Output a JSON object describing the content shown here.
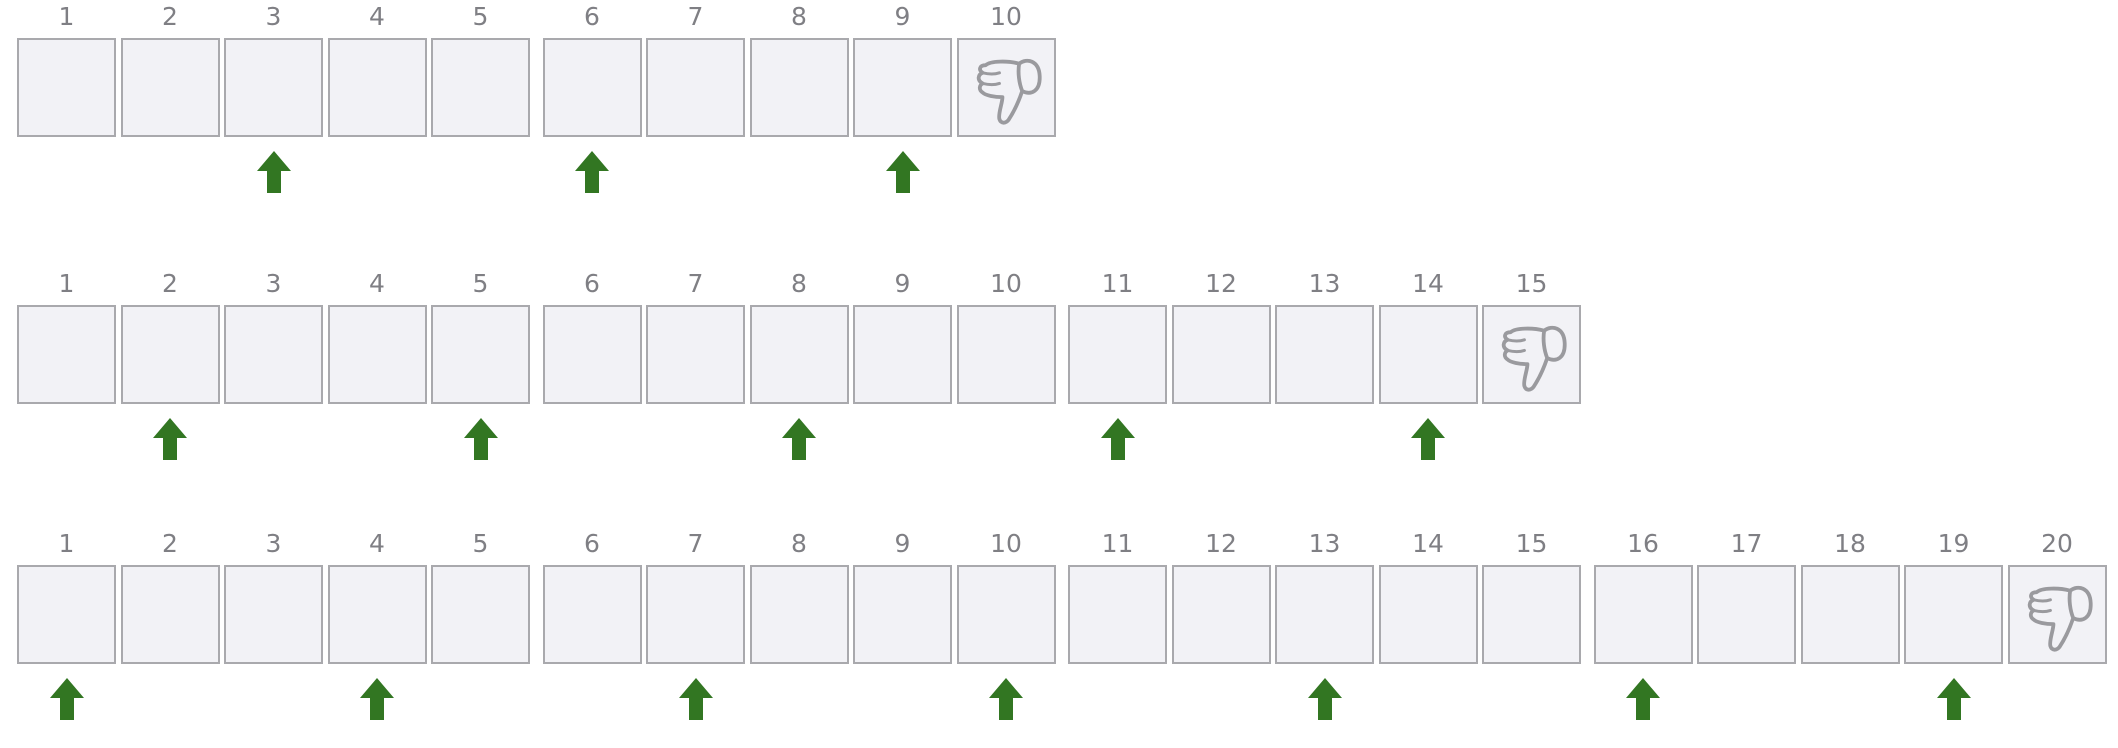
{
  "colors": {
    "cell_fill": "#f2f2f6",
    "cell_border": "#a9a9ad",
    "number_text": "#7f7f84",
    "arrow": "#327622",
    "thumb_icon": "#9a9a9e"
  },
  "rows": [
    {
      "cells": [
        "1",
        "2",
        "3",
        "4",
        "5",
        "6",
        "7",
        "8",
        "9",
        "10"
      ],
      "thumb_down_at": "10",
      "arrows_at": [
        "3",
        "6",
        "9"
      ]
    },
    {
      "cells": [
        "1",
        "2",
        "3",
        "4",
        "5",
        "6",
        "7",
        "8",
        "9",
        "10",
        "11",
        "12",
        "13",
        "14",
        "15"
      ],
      "thumb_down_at": "15",
      "arrows_at": [
        "2",
        "5",
        "8",
        "11",
        "14"
      ]
    },
    {
      "cells": [
        "1",
        "2",
        "3",
        "4",
        "5",
        "6",
        "7",
        "8",
        "9",
        "10",
        "11",
        "12",
        "13",
        "14",
        "15",
        "16",
        "17",
        "18",
        "19",
        "20"
      ],
      "thumb_down_at": "20",
      "arrows_at": [
        "1",
        "4",
        "7",
        "10",
        "13",
        "16",
        "19"
      ]
    }
  ],
  "icons": {
    "thumb": "thumbs-down-icon",
    "arrow": "up-arrow-icon"
  }
}
